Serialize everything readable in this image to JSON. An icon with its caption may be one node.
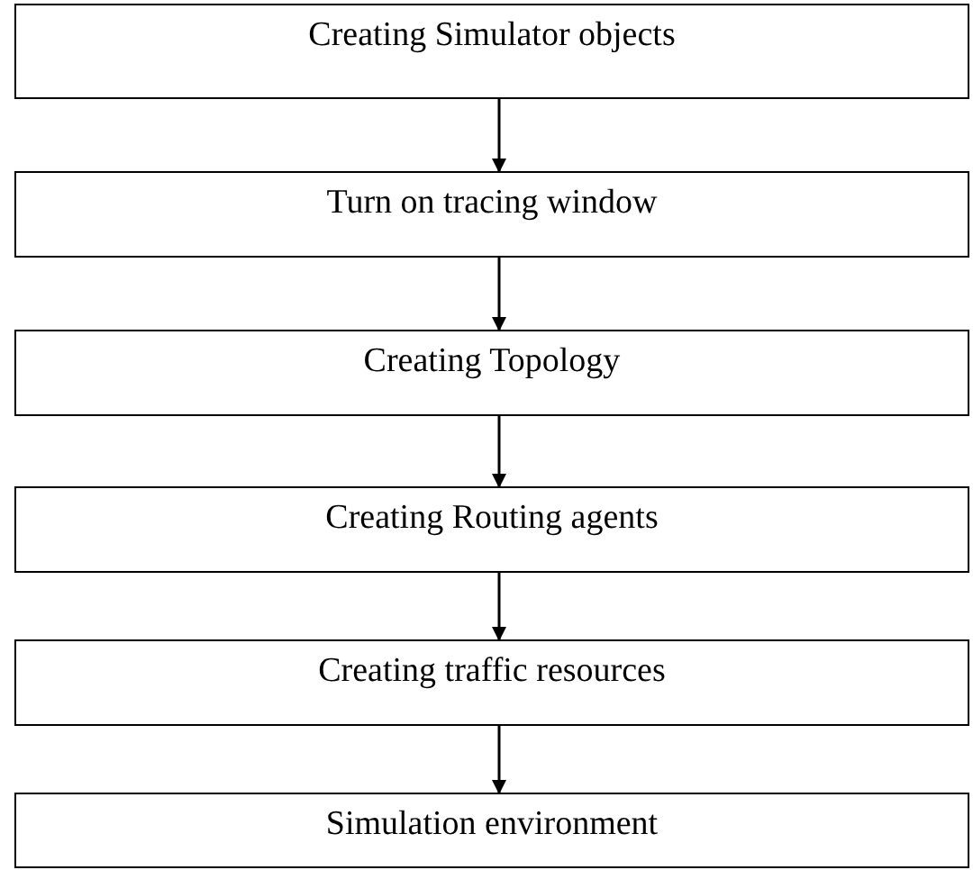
{
  "diagram": {
    "nodes": [
      {
        "text": [
          "Creating Simulator objects"
        ]
      },
      {
        "text": [
          "Turn on tracing window"
        ]
      },
      {
        "text": [
          "Creating Topology"
        ]
      },
      {
        "text": [
          "Creating Routing agents"
        ]
      },
      {
        "text": [
          "Creating traffic resources"
        ]
      },
      {
        "text": [
          "Simulation environment"
        ]
      }
    ],
    "edges": [
      {
        "from": 0,
        "to": 1,
        "arrow": "to"
      },
      {
        "from": 1,
        "to": 2,
        "arrow": "to"
      },
      {
        "from": 2,
        "to": 3,
        "arrow": "to"
      },
      {
        "from": 3,
        "to": 4,
        "arrow": "to"
      },
      {
        "from": 4,
        "to": 5,
        "arrow": "to"
      }
    ]
  }
}
